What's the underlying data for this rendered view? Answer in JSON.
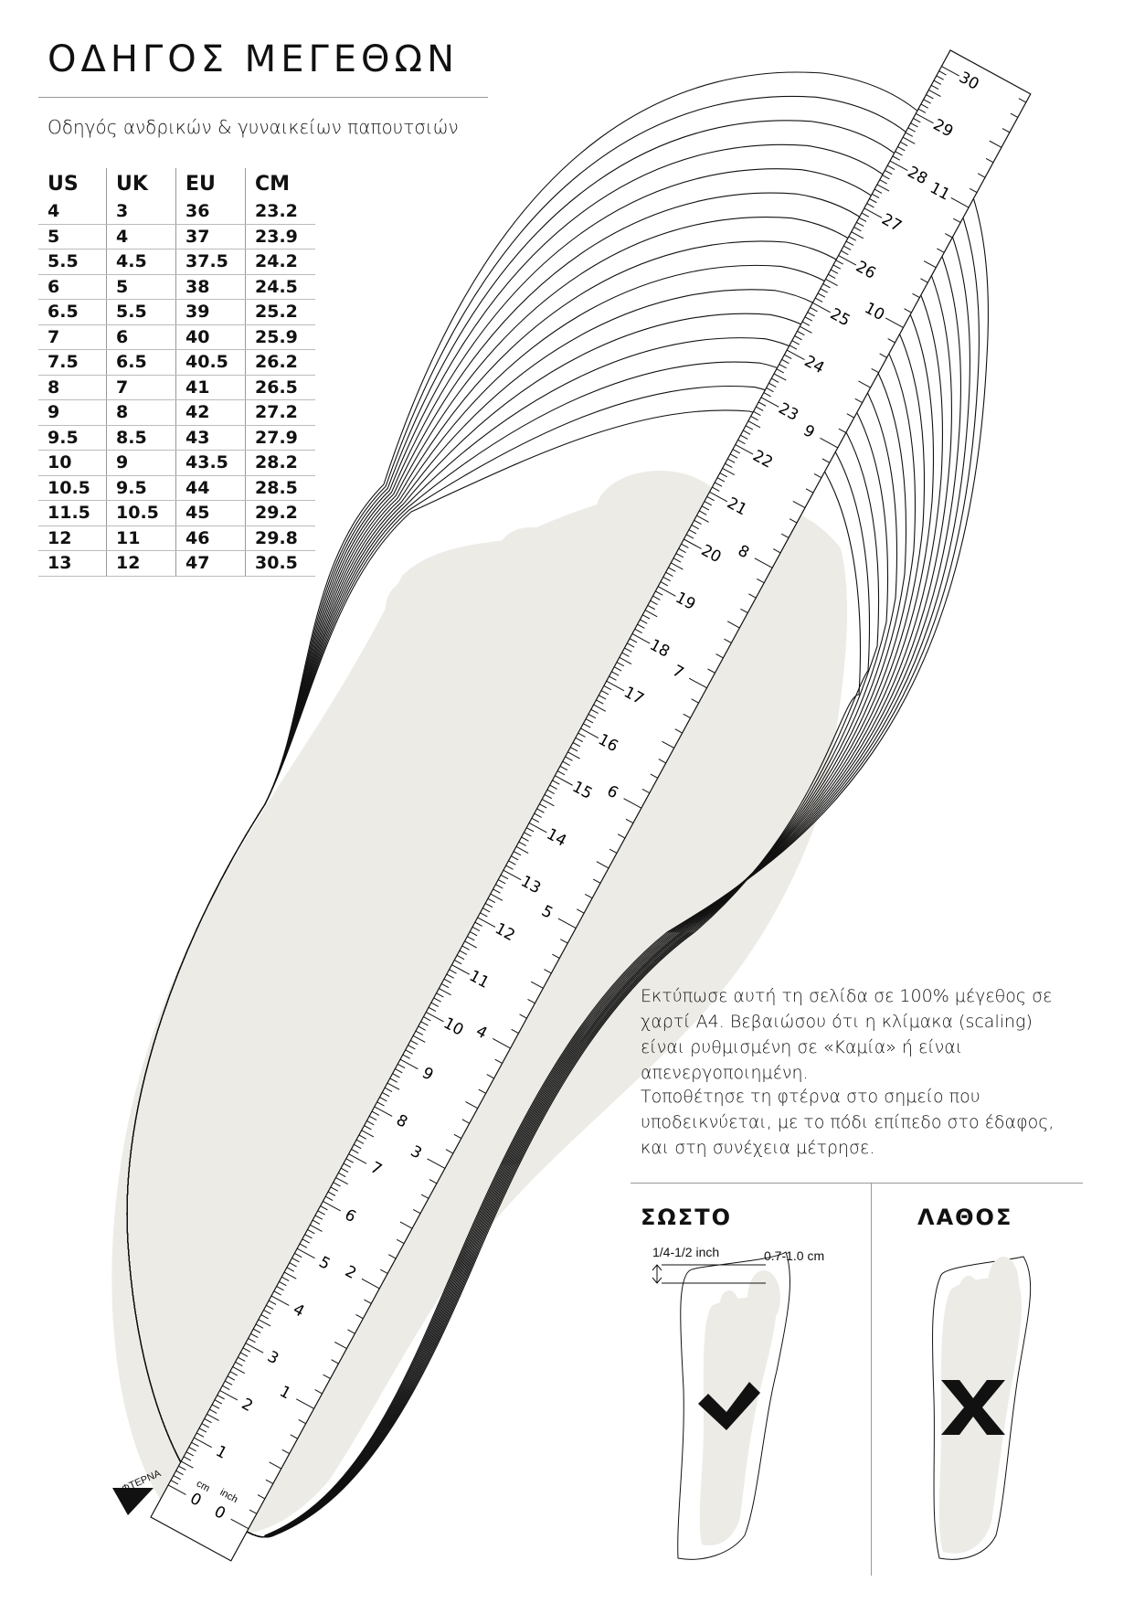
{
  "header": {
    "title": "ΟΔΗΓΟΣ ΜΕΓΕΘΩΝ",
    "subtitle": "Οδηγός ανδρικών & γυναικείων παπουτσιών"
  },
  "size_table": {
    "columns": [
      "US",
      "UK",
      "EU",
      "CM"
    ],
    "rows": [
      [
        "4",
        "3",
        "36",
        "23.2"
      ],
      [
        "5",
        "4",
        "37",
        "23.9"
      ],
      [
        "5.5",
        "4.5",
        "37.5",
        "24.2"
      ],
      [
        "6",
        "5",
        "38",
        "24.5"
      ],
      [
        "6.5",
        "5.5",
        "39",
        "25.2"
      ],
      [
        "7",
        "6",
        "40",
        "25.9"
      ],
      [
        "7.5",
        "6.5",
        "40.5",
        "26.2"
      ],
      [
        "8",
        "7",
        "41",
        "26.5"
      ],
      [
        "9",
        "8",
        "42",
        "27.2"
      ],
      [
        "9.5",
        "8.5",
        "43",
        "27.9"
      ],
      [
        "10",
        "9",
        "43.5",
        "28.2"
      ],
      [
        "10.5",
        "9.5",
        "44",
        "28.5"
      ],
      [
        "11.5",
        "10.5",
        "45",
        "29.2"
      ],
      [
        "12",
        "11",
        "46",
        "29.8"
      ],
      [
        "13",
        "12",
        "47",
        "30.5"
      ]
    ]
  },
  "ruler": {
    "cm_unit": "cm",
    "inch_unit": "inch",
    "cm_max": 30,
    "inch_max": 12,
    "heel_label": "ΦΤΕΡΝΑ"
  },
  "instructions": {
    "paragraph1": "Εκτύπωσε αυτή τη σελίδα σε 100% μέγεθος σε χαρτί Α4. Βεβαιώσου ότι η κλίμακα (scaling) είναι ρυθμισμένη σε «Καμία» ή είναι απενεργοποιημένη.",
    "paragraph2": "Τοποθέτησε τη φτέρνα στο σημείο που υποδεικνύεται, με το πόδι επίπεδο στο έδαφος, και στη συνέχεια μέτρησε."
  },
  "examples": {
    "correct_label": "ΣΩΣΤΟ",
    "wrong_label": "ΛΑΘΟΣ",
    "gap_inch": "1/4-1/2 inch",
    "gap_cm": "0.7-1.0 cm"
  },
  "colors": {
    "foot_fill": "#edebe6",
    "ink": "#111111",
    "rule": "#999999"
  },
  "icons": [
    "check-icon",
    "cross-icon",
    "heel-arrow-icon"
  ]
}
